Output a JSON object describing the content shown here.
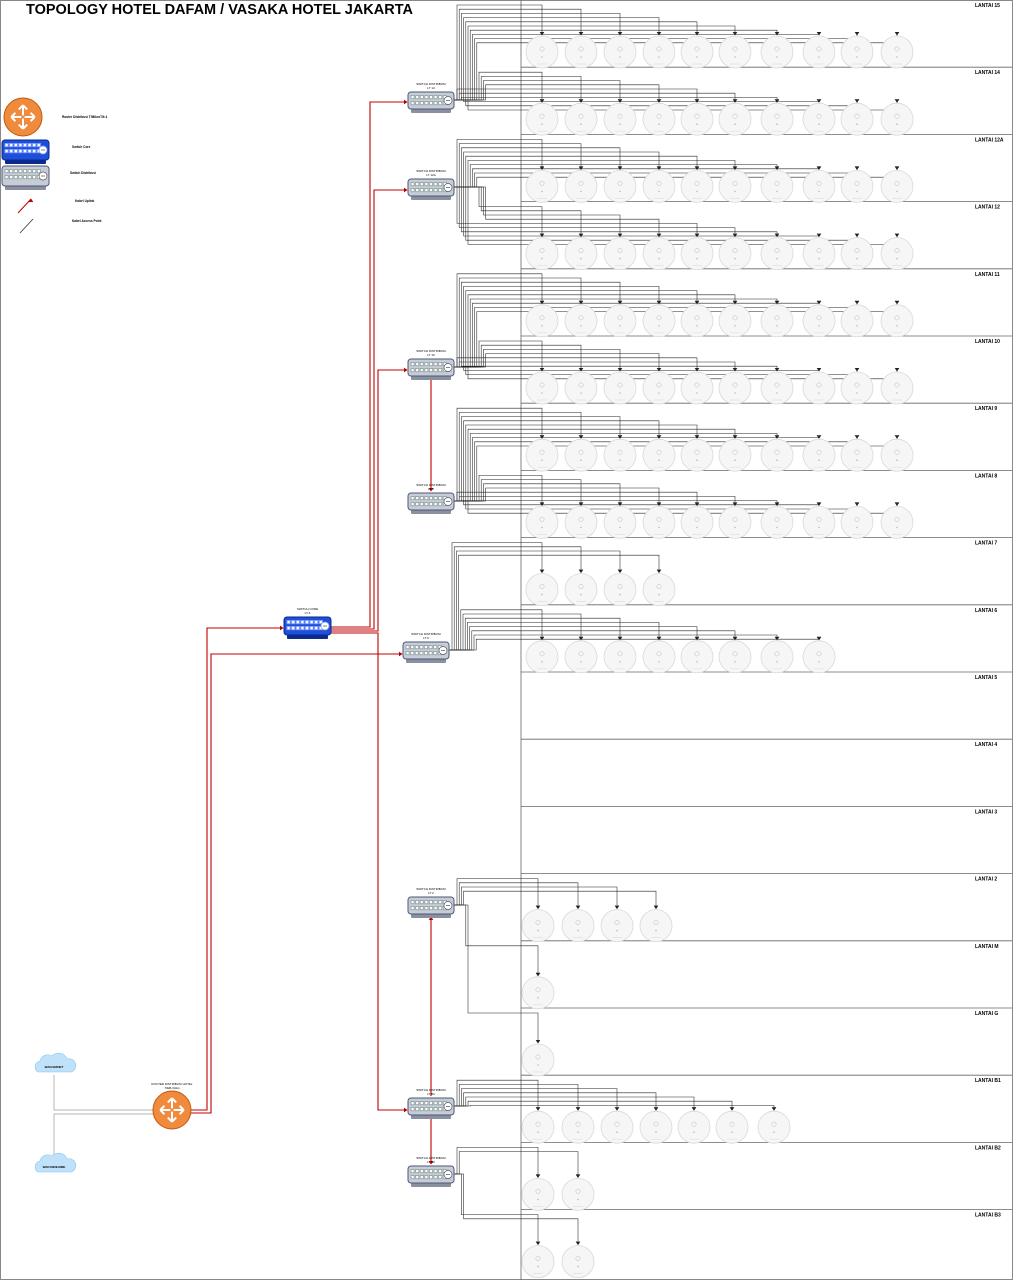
{
  "title": "TOPOLOGY HOTEL DAFAM / VASAKA HOTEL JAKARTA",
  "colors": {
    "router": "#f08a3c",
    "switch_core": "#1f4fd8",
    "switch_dist": "#c8ccd6",
    "uplink": "#c00000",
    "ap_link": "#222222",
    "cloud": "#bfe2fa",
    "ap": "#f6f6f6"
  },
  "legend": [
    {
      "icon": "router-icon",
      "label": "Router Distribusi T/MikroTik 4"
    },
    {
      "icon": "switch-core-icon",
      "label": "Switch Core"
    },
    {
      "icon": "switch-distribution-icon",
      "label": "Switch Distribusi"
    },
    {
      "icon": "uplink-line-icon",
      "label": "Kabel Uplink"
    },
    {
      "icon": "access-point-line-icon",
      "label": "Kabel Access Point"
    }
  ],
  "floors": [
    {
      "label": "LANTAI 15",
      "aps": 10
    },
    {
      "label": "LANTAI 14",
      "aps": 10
    },
    {
      "label": "LANTAI 12A",
      "aps": 10
    },
    {
      "label": "LANTAI 12",
      "aps": 10
    },
    {
      "label": "LANTAI 11",
      "aps": 10
    },
    {
      "label": "LANTAI 10",
      "aps": 10
    },
    {
      "label": "LANTAI 9",
      "aps": 10
    },
    {
      "label": "LANTAI 8",
      "aps": 10
    },
    {
      "label": "LANTAI 7",
      "aps": 4
    },
    {
      "label": "LANTAI 6",
      "aps": 8
    },
    {
      "label": "LANTAI 5",
      "aps": 0
    },
    {
      "label": "LANTAI 4",
      "aps": 0
    },
    {
      "label": "LANTAI 3",
      "aps": 0
    },
    {
      "label": "LANTAI 2",
      "aps": 4
    },
    {
      "label": "LANTAI M",
      "aps": 1
    },
    {
      "label": "LANTAI G",
      "aps": 1
    },
    {
      "label": "LANTAI B1",
      "aps": 7
    },
    {
      "label": "LANTAI B2",
      "aps": 2
    },
    {
      "label": "LANTAI B3",
      "aps": 2
    }
  ],
  "devices": {
    "core": {
      "label1": "SWITCH CORE",
      "label2": "LT 6"
    },
    "router": {
      "label1": "ROUTER DISTRIBUSI HOTEL",
      "label2": "T/EB-3(Hs)"
    },
    "clouds": [
      "WAN BIZNET",
      "WAN INDIHOME"
    ],
    "switches": [
      {
        "id": "sw14",
        "label1": "SWITCH DISTRIBUSI",
        "label2": "LT 14"
      },
      {
        "id": "sw12a",
        "label1": "SWITCH DISTRIBUSI",
        "label2": "LT 12A"
      },
      {
        "id": "sw10",
        "label1": "SWITCH DISTRIBUSI",
        "label2": "LT 10"
      },
      {
        "id": "sw8",
        "label1": "SWITCH DISTRIBUSI",
        "label2": "LT 8"
      },
      {
        "id": "sw6",
        "label1": "SWITCH DISTRIBUSI",
        "label2": "LT 6"
      },
      {
        "id": "sw2",
        "label1": "SWITCH DISTRIBUSI",
        "label2": "LT 2"
      },
      {
        "id": "swb1",
        "label1": "SWITCH DISTRIBUSI",
        "label2": "LT B1"
      },
      {
        "id": "swb2",
        "label1": "SWITCH DISTRIBUSI",
        "label2": "LT B2"
      }
    ]
  }
}
